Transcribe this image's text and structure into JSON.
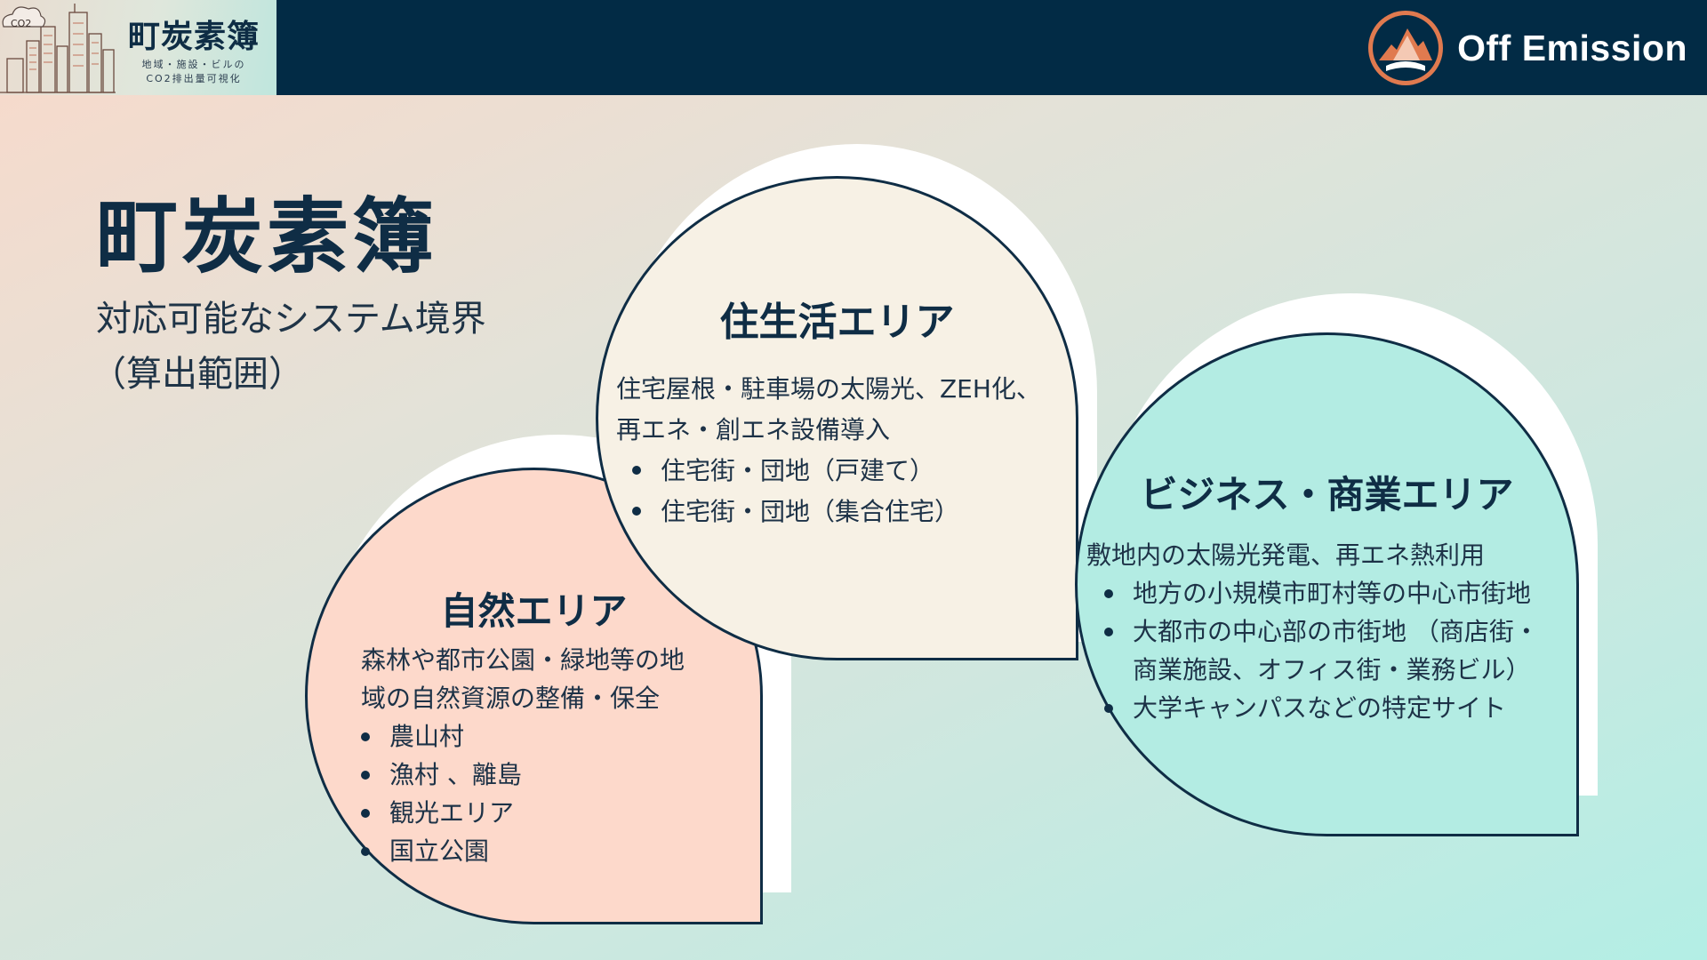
{
  "header": {
    "logo": {
      "title": "町炭素簿",
      "subtitle_line1": "地域・施設・ビルの",
      "subtitle_line2": "CO2排出量可視化",
      "icon_label": "CO2"
    },
    "brand": "Off Emission"
  },
  "main": {
    "title": "町炭素簿",
    "subtitle_line1": "対応可能なシステム境界",
    "subtitle_line2": "（算出範囲）"
  },
  "areas": {
    "living": {
      "title": "住生活エリア",
      "description_line1": "住宅屋根・駐車場の太陽光、ZEH化、",
      "description_line2": "再エネ・創エネ設備導入",
      "items": [
        "住宅街・団地（戸建て）",
        "住宅街・団地（集合住宅）"
      ]
    },
    "nature": {
      "title": "自然エリア",
      "description_line1": "森林や都市公園・緑地等の地",
      "description_line2": "域の自然資源の整備・保全",
      "items": [
        "農山村",
        "漁村 、離島",
        "観光エリア",
        "国立公園"
      ]
    },
    "business": {
      "title": "ビジネス・商業エリア",
      "description": "敷地内の太陽光発電、再エネ熱利用",
      "items": [
        "地方の小規模市町村等の中心市街地",
        "大都市の中心部の市街地 （商店街・",
        "大学キャンパスなどの特定サイト"
      ],
      "item2_continuation": "商業施設、オフィス街・業務ビル）"
    }
  },
  "colors": {
    "header_bg": "#022b45",
    "navy": "#0f2d45",
    "nature_fill": "#fdd9cb",
    "living_fill": "#f7f1e5",
    "business_fill": "#b3ece3",
    "brand_orange": "#e07a4f"
  }
}
